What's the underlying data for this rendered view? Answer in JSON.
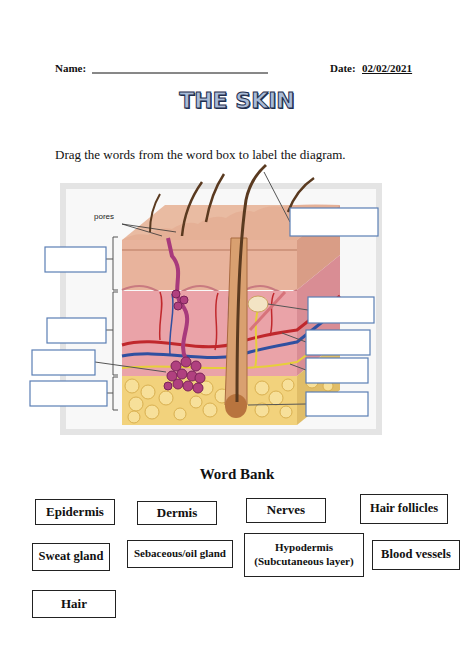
{
  "diagram": {
    "title": "THE SKIN",
    "nodes": [
      {
        "text": [
          "Epidermis"
        ]
      },
      {
        "text": [
          "Dermis"
        ]
      },
      {
        "text": [
          "Nerves"
        ]
      },
      {
        "text": [
          "Hair follicles"
        ]
      },
      {
        "text": [
          "Sweat gland"
        ]
      },
      {
        "text": [
          "Sebaceous/oil gland"
        ]
      },
      {
        "text": [
          "Hypodermis (Subcutaneous layer)"
        ]
      },
      {
        "text": [
          "Blood vessels"
        ]
      },
      {
        "text": [
          "Hair"
        ]
      }
    ],
    "labels": [
      "Name:",
      "Date:",
      "02/02/2021",
      "Drag the words from the word box to label the diagram.",
      "pores",
      "Word Bank"
    ]
  }
}
